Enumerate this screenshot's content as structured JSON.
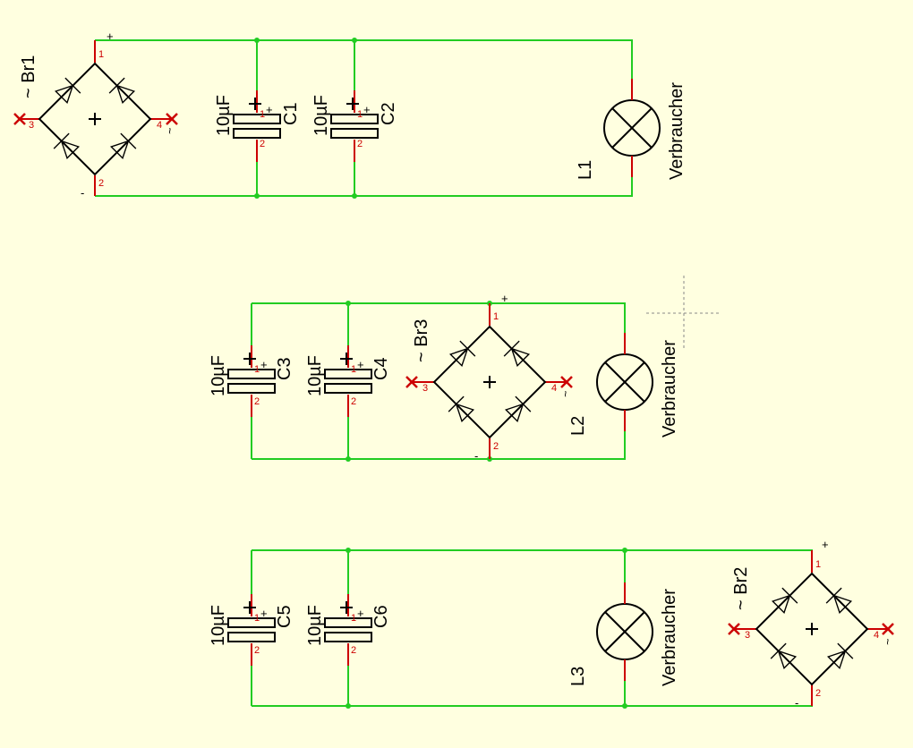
{
  "colors": {
    "background": "#ffffe0",
    "wire": "#22cc22",
    "pin": "#cc0000",
    "symbol": "#000000"
  },
  "bridges": [
    {
      "name": "Br1",
      "tilde": "~",
      "pin1": "1",
      "pin2": "2",
      "pin3": "3",
      "pin4": "4",
      "plus_sign": "+",
      "minus_sign": "-",
      "tilde_right": "~",
      "center_plus": "+"
    },
    {
      "name": "Br3",
      "tilde": "~",
      "pin1": "1",
      "pin2": "2",
      "pin3": "3",
      "pin4": "4",
      "plus_sign": "+",
      "minus_sign": "-",
      "tilde_right": "~",
      "center_plus": "+"
    },
    {
      "name": "Br2",
      "tilde": "~",
      "pin1": "1",
      "pin2": "2",
      "pin3": "3",
      "pin4": "4",
      "plus_sign": "+",
      "minus_sign": "-",
      "tilde_right": "~",
      "center_plus": "+"
    }
  ],
  "capacitors": [
    {
      "name": "C1",
      "value": "10µF",
      "pin1": "1",
      "pin2": "2",
      "plus": "+"
    },
    {
      "name": "C2",
      "value": "10µF",
      "pin1": "1",
      "pin2": "2",
      "plus": "+"
    },
    {
      "name": "C3",
      "value": "10µF",
      "pin1": "1",
      "pin2": "2",
      "plus": "+"
    },
    {
      "name": "C4",
      "value": "10µF",
      "pin1": "1",
      "pin2": "2",
      "plus": "+"
    },
    {
      "name": "C5",
      "value": "10µF",
      "pin1": "1",
      "pin2": "2",
      "plus": "+"
    },
    {
      "name": "C6",
      "value": "10µF",
      "pin1": "1",
      "pin2": "2",
      "plus": "+"
    }
  ],
  "lamps": [
    {
      "name": "L1",
      "value": "Verbraucher"
    },
    {
      "name": "L2",
      "value": "Verbraucher"
    },
    {
      "name": "L3",
      "value": "Verbraucher"
    }
  ]
}
